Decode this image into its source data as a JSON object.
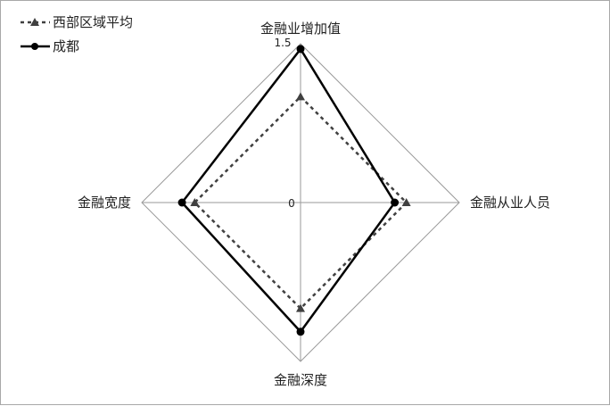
{
  "chart_data": {
    "type": "radar",
    "axes": [
      "金融业增加值",
      "金融从业人员",
      "金融深度",
      "金融宽度"
    ],
    "series": [
      {
        "name": "西部区域平均",
        "values": [
          1.0,
          1.0,
          1.0,
          1.0
        ],
        "style": "dotted",
        "marker": "triangle",
        "color": "#404040"
      },
      {
        "name": "成都",
        "values": [
          1.45,
          0.89,
          1.22,
          1.12
        ],
        "style": "solid",
        "marker": "circle",
        "color": "#000000"
      }
    ],
    "range": [
      0,
      1.5
    ],
    "tick_labels": [
      "0",
      "1.5"
    ],
    "legend_position": "top-left",
    "grid": true
  }
}
